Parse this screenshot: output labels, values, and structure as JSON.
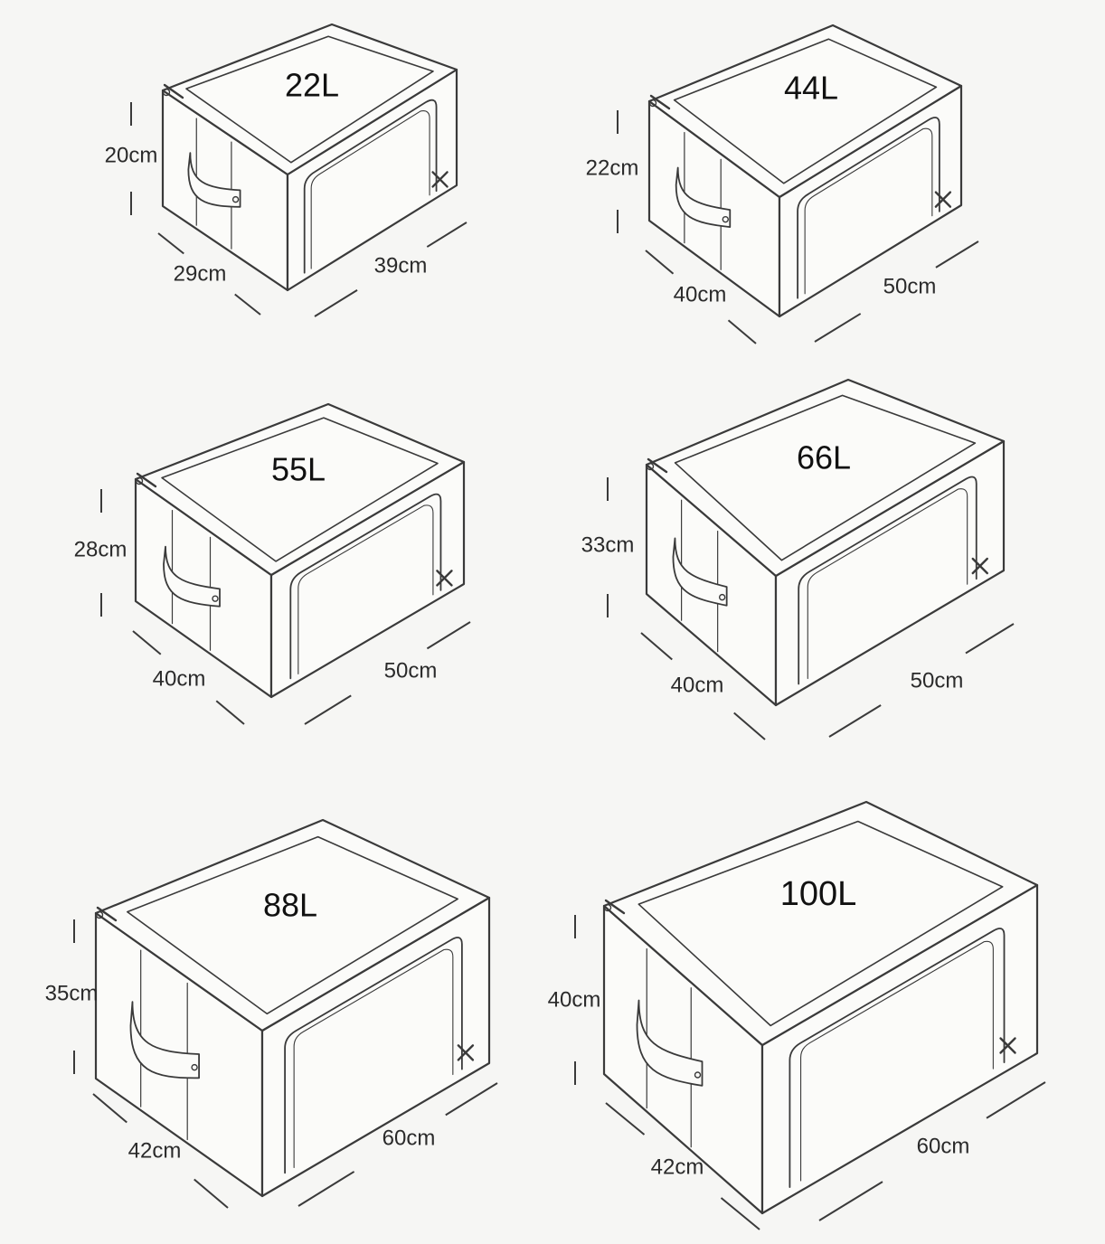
{
  "colors": {
    "background": "#f6f6f4",
    "box_fill": "#fbfbf9",
    "stroke": "#3a3a3a",
    "text": "#111111"
  },
  "boxes": [
    {
      "capacity": "22L",
      "height": "20cm",
      "depth": "29cm",
      "width": "39cm"
    },
    {
      "capacity": "44L",
      "height": "22cm",
      "depth": "40cm",
      "width": "50cm"
    },
    {
      "capacity": "55L",
      "height": "28cm",
      "depth": "40cm",
      "width": "50cm"
    },
    {
      "capacity": "66L",
      "height": "33cm",
      "depth": "40cm",
      "width": "50cm"
    },
    {
      "capacity": "88L",
      "height": "35cm",
      "depth": "42cm",
      "width": "60cm"
    },
    {
      "capacity": "100L",
      "height": "40cm",
      "depth": "42cm",
      "width": "60cm"
    }
  ]
}
